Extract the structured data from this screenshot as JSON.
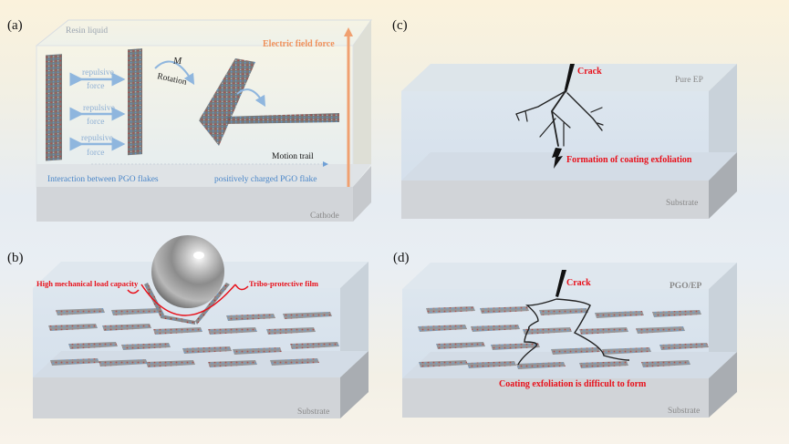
{
  "panels": {
    "a": {
      "label": "(a)",
      "top_label": "Resin liquid",
      "bottom_label": "Cathode",
      "electric_field": "Electric field force",
      "repulsive": [
        {
          "line1": "repulsive",
          "line2": "force"
        },
        {
          "line1": "repulsive",
          "line2": "force"
        },
        {
          "line1": "repulsive",
          "line2": "force"
        }
      ],
      "moment": "M",
      "rotation": "Rotation",
      "motion_trail": "Motion trail",
      "interaction": "Interaction between PGO flakes",
      "positive_flake": "positively charged PGO flake"
    },
    "b": {
      "label": "(b)",
      "load_capacity": "High mechanical load capacity",
      "film": "Tribo-protective film",
      "substrate": "Substrate"
    },
    "c": {
      "label": "(c)",
      "material": "Pure EP",
      "crack": "Crack",
      "exfoliation": "Formation of coating exfoliation",
      "substrate": "Substrate"
    },
    "d": {
      "label": "(d)",
      "material": "PGO/EP",
      "crack": "Crack",
      "exfoliation": "Coating exfoliation is difficult to form",
      "substrate": "Substrate"
    }
  },
  "colors": {
    "red_text": "#e8101a",
    "blue_text": "#4a86c8",
    "orange": "#f0915a",
    "gray_text": "#888888"
  }
}
